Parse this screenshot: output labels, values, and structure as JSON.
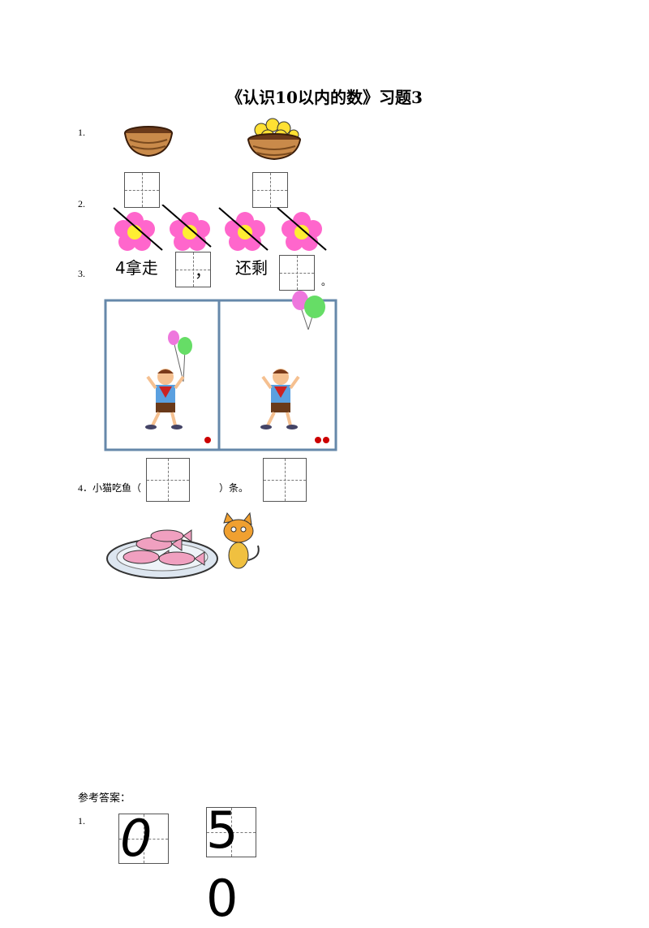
{
  "title": "《认识10以内的数》习题3",
  "q1": {
    "number": "1."
  },
  "q2": {
    "number": "2."
  },
  "q3": {
    "number": "3.",
    "take_text": "4拿走",
    "comma": "，",
    "remain_text": "还剩",
    "period": "。"
  },
  "q4": {
    "number": "4．小猫吃鱼（",
    "close": "）条。"
  },
  "answers": {
    "heading": "参考答案：",
    "number": "1.",
    "digits": [
      "0",
      "5",
      "0"
    ]
  },
  "colors": {
    "flower": "#ff66cc",
    "flower_center": "#ffee33",
    "frame": "#6688aa",
    "dot": "#cc0000"
  }
}
